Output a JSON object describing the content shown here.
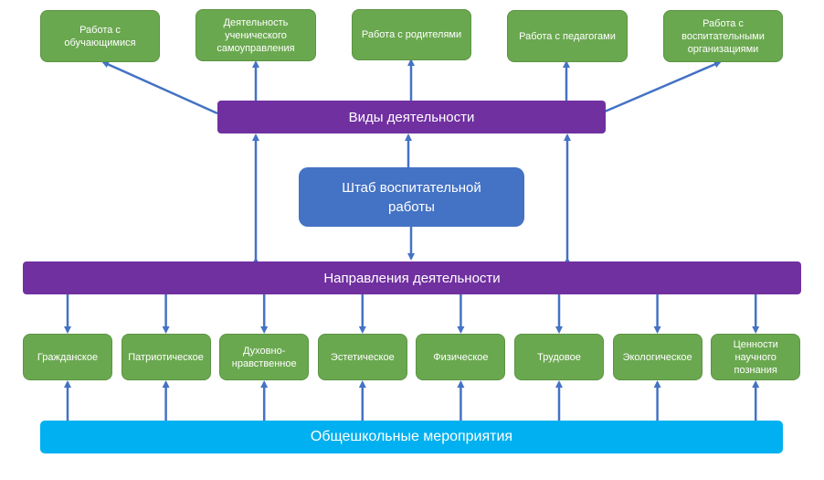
{
  "colors": {
    "activity_box": "#6aa84f",
    "main_bar": "#7030a0",
    "headquarters": "#4472c4",
    "events_bar": "#00b0f0",
    "arrow": "#4472c4"
  },
  "activity_types": [
    "Работа с обучающимися",
    "Деятельность ученического самоуправления",
    "Работа с родителями",
    "Работа с педагогами",
    "Работа с воспитательными организациями"
  ],
  "activity_types_bar": "Виды деятельности",
  "headquarters": "Штаб воспитательной работы",
  "directions_bar": "Направления деятельности",
  "directions": [
    "Гражданское",
    "Патриотическое",
    "Духовно-нравственное",
    "Эстетическое",
    "Физическое",
    "Трудовое",
    "Экологическое",
    "Ценности научного познания"
  ],
  "events_bar": "Общешкольные мероприятия"
}
